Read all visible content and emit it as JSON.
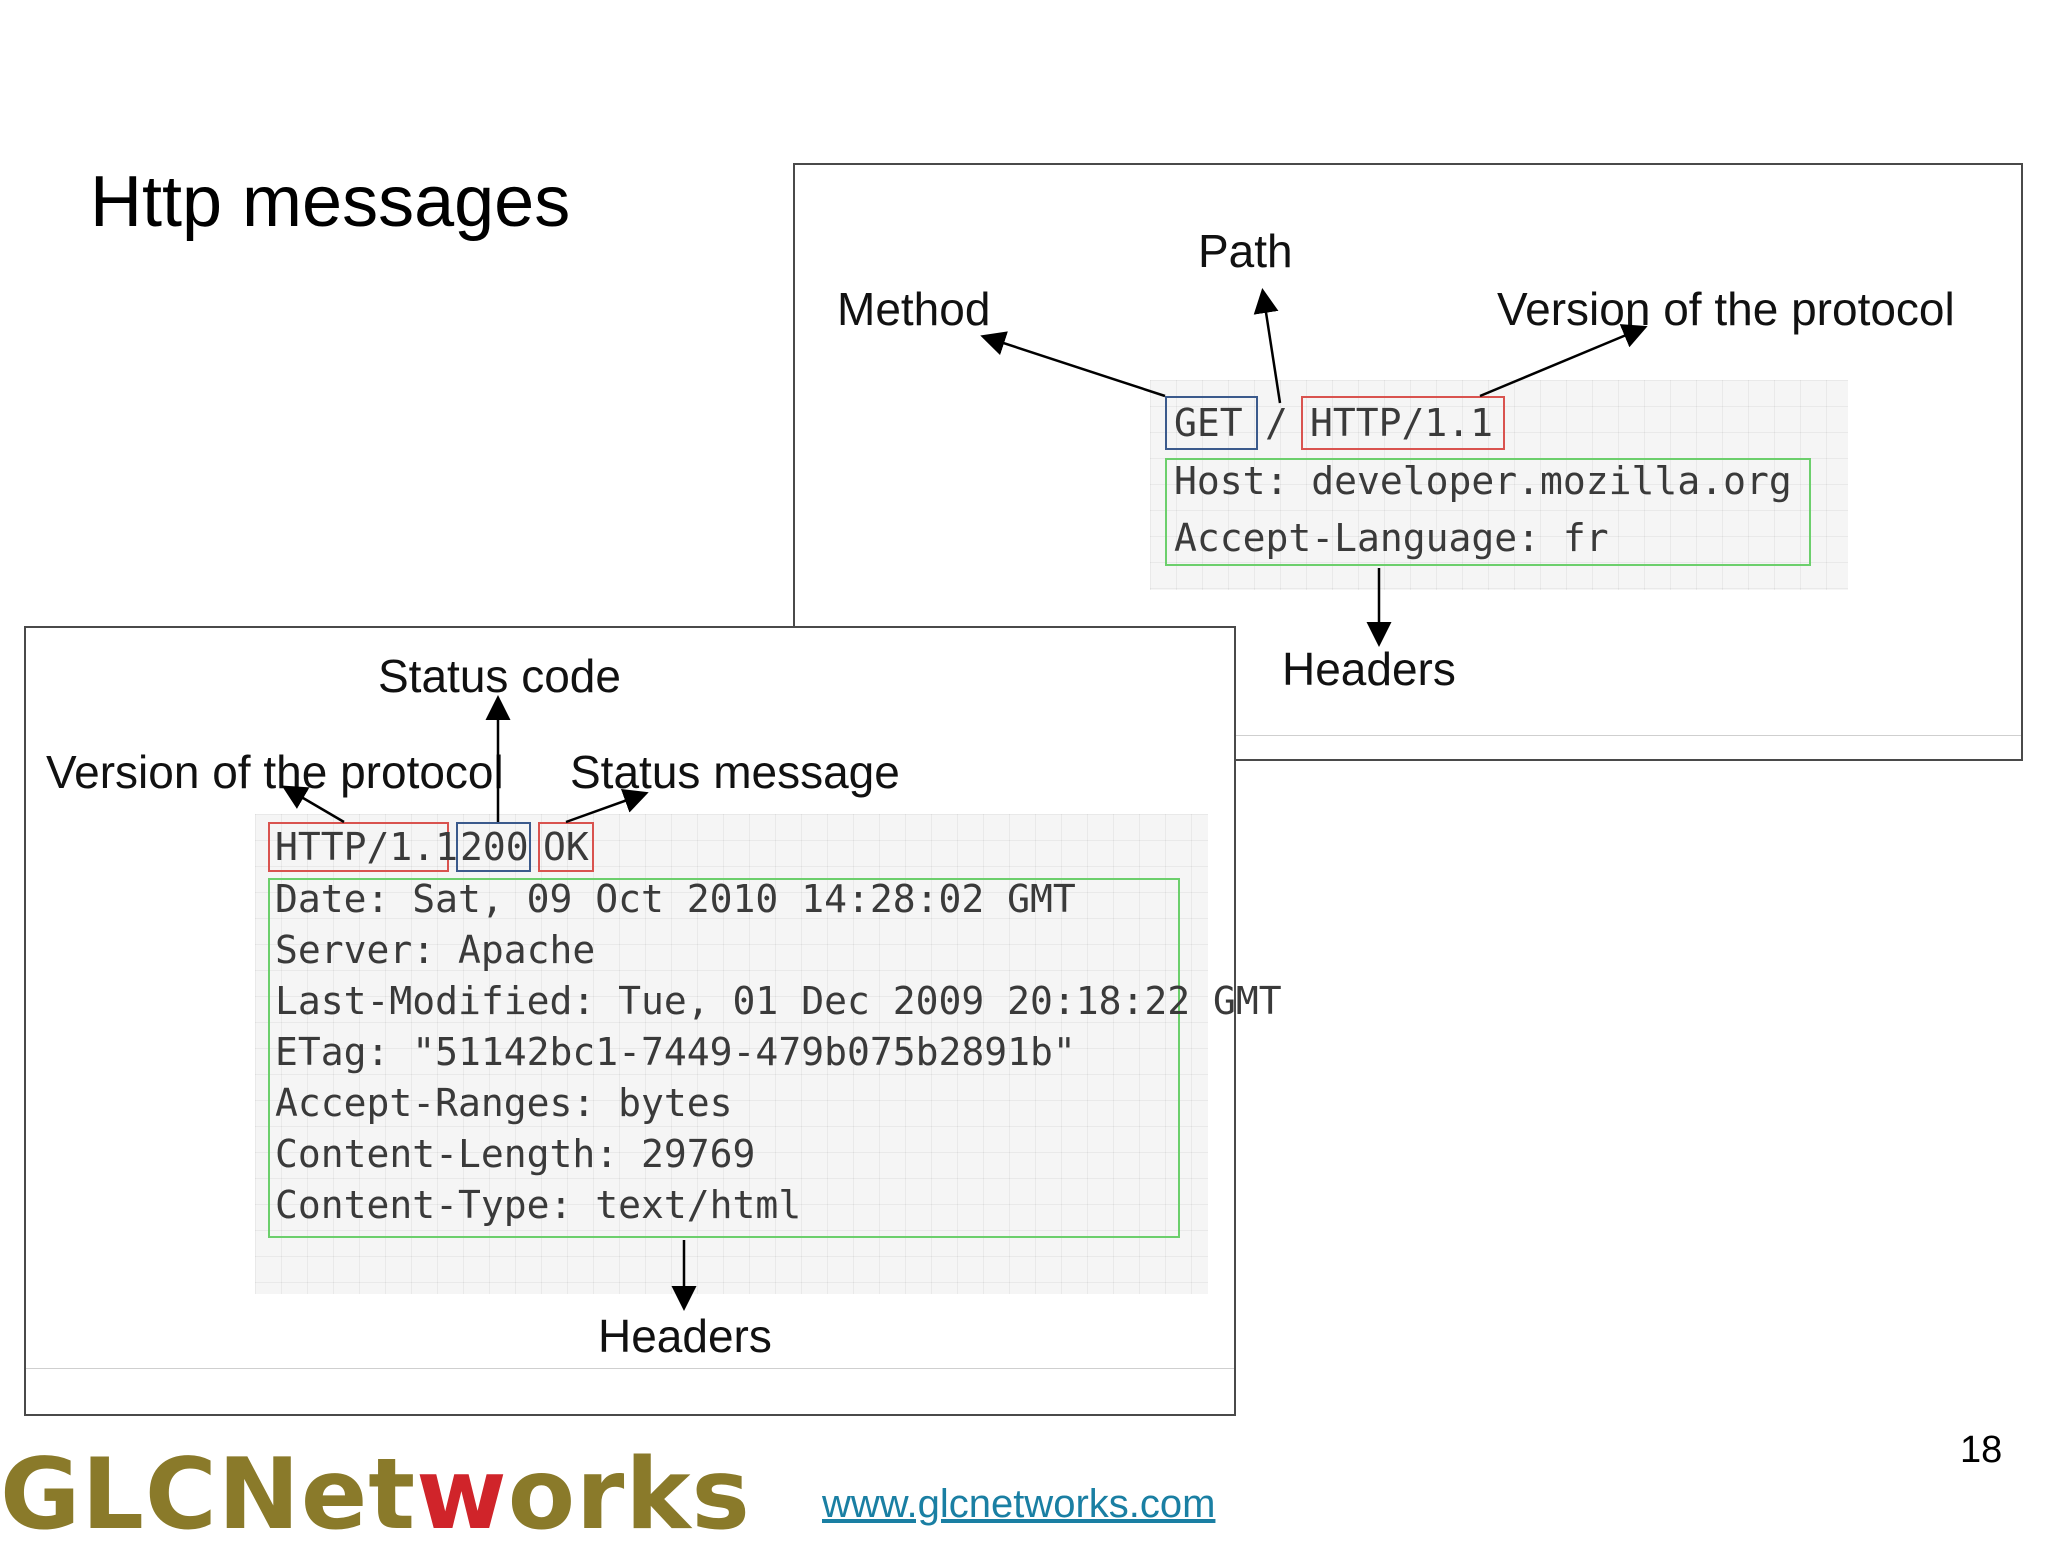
{
  "slide": {
    "title": "Http messages",
    "page_number": "18",
    "website": "www.glcnetworks.com",
    "logo": {
      "prefix": "GLCNet",
      "accent": "w",
      "suffix": "orks"
    }
  },
  "request": {
    "labels": {
      "method": "Method",
      "path": "Path",
      "version": "Version of the protocol",
      "headers": "Headers"
    },
    "start_line": {
      "method": "GET",
      "separator": "/",
      "version": "HTTP/1.1"
    },
    "headers": [
      "Host: developer.mozilla.org",
      "Accept-Language: fr"
    ]
  },
  "response": {
    "labels": {
      "status_code": "Status code",
      "version": "Version of the protocol",
      "status_message": "Status message",
      "headers": "Headers"
    },
    "start_line": {
      "version": "HTTP/1.1",
      "status_code": "200",
      "status_message": "OK"
    },
    "headers": [
      "Date: Sat, 09 Oct 2010 14:28:02 GMT",
      "Server: Apache",
      "Last-Modified: Tue, 01 Dec 2009 20:18:22 GMT",
      "ETag: \"51142bc1-7449-479b075b2891b\"",
      "Accept-Ranges: bytes",
      "Content-Length: 29769",
      "Content-Type: text/html"
    ]
  },
  "colors": {
    "method_box": "#3b5a8c",
    "version_box": "#d9534f",
    "headers_box": "#6ccf6c",
    "logo": "#8a7a2a",
    "logo_accent": "#d0242a",
    "link": "#1a7fa3"
  }
}
